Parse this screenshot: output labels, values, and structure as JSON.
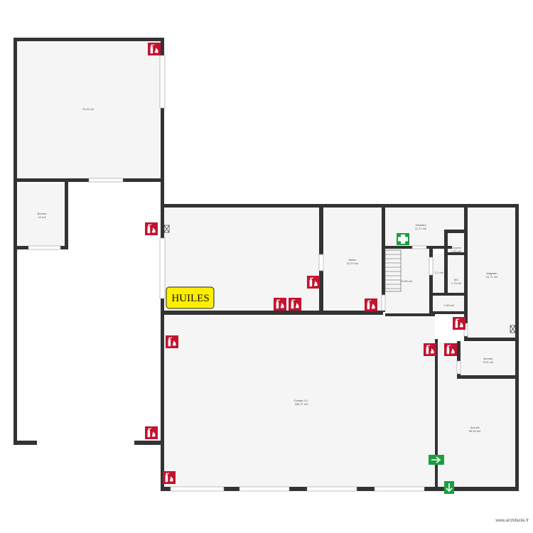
{
  "rooms": [
    {
      "id": "top-left-hall",
      "name": "",
      "area": "75.33 m2"
    },
    {
      "id": "bureau-left",
      "name": "Bureau",
      "area": "12 m2"
    },
    {
      "id": "atelier",
      "name": "Atelier",
      "area": "22.20 m2"
    },
    {
      "id": "vestiaire",
      "name": "Vestiaire",
      "area": "11.17 m2"
    },
    {
      "id": "stairs",
      "name": "",
      "area": "10.89 m2"
    },
    {
      "id": "douche",
      "name": "Douche",
      "area": "1.90 m2"
    },
    {
      "id": "small-closet",
      "name": "",
      "area": "2.2 m2"
    },
    {
      "id": "wc",
      "name": "WC",
      "area": "1.79 m2"
    },
    {
      "id": "small-store",
      "name": "",
      "area": "1.66 m2"
    },
    {
      "id": "magasin",
      "name": "Magasin",
      "area": "24.71 m2"
    },
    {
      "id": "bureau-right",
      "name": "Bureau",
      "area": "3.51 m2"
    },
    {
      "id": "garage",
      "name": "Garage V.L.",
      "area": "186.37 m2"
    },
    {
      "id": "accueil",
      "name": "Accueil",
      "area": "58.30 m2"
    }
  ],
  "sign": {
    "label": "HUILES",
    "fill": "#ffee00"
  },
  "colors": {
    "wall": "#333333",
    "extinguisher": "#c4122f",
    "safety_green": "#1a9e3f",
    "room_fill": "#f5f5f5"
  },
  "icons": [
    "fire-extinguisher-icon",
    "first-aid-icon",
    "emergency-exit-arrow-icon",
    "exit-down-arrow-icon",
    "electrical-panel-icon"
  ],
  "watermark": "www.archifacile.fr"
}
